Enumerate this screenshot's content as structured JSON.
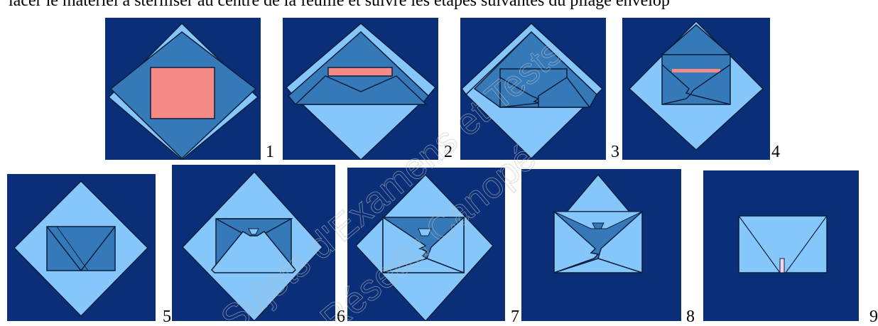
{
  "header_text": "lacer le matériel à stériliser au centre de la feuille et suivre les étapes suivantes du pliage envelop",
  "steps": [
    {
      "number": "1"
    },
    {
      "number": "2"
    },
    {
      "number": "3"
    },
    {
      "number": "4"
    },
    {
      "number": "5"
    },
    {
      "number": "6"
    },
    {
      "number": "7"
    },
    {
      "number": "8"
    },
    {
      "number": "9"
    }
  ],
  "watermark": {
    "line1": "Sujets d'Examens et Tests",
    "line2": "Réseau Canopé"
  },
  "colors": {
    "background": "#0a2e78",
    "paper_light": "#85c6fb",
    "paper_mid": "#3579b9",
    "item": "#f58a86",
    "outline": "#0d1f3c"
  }
}
